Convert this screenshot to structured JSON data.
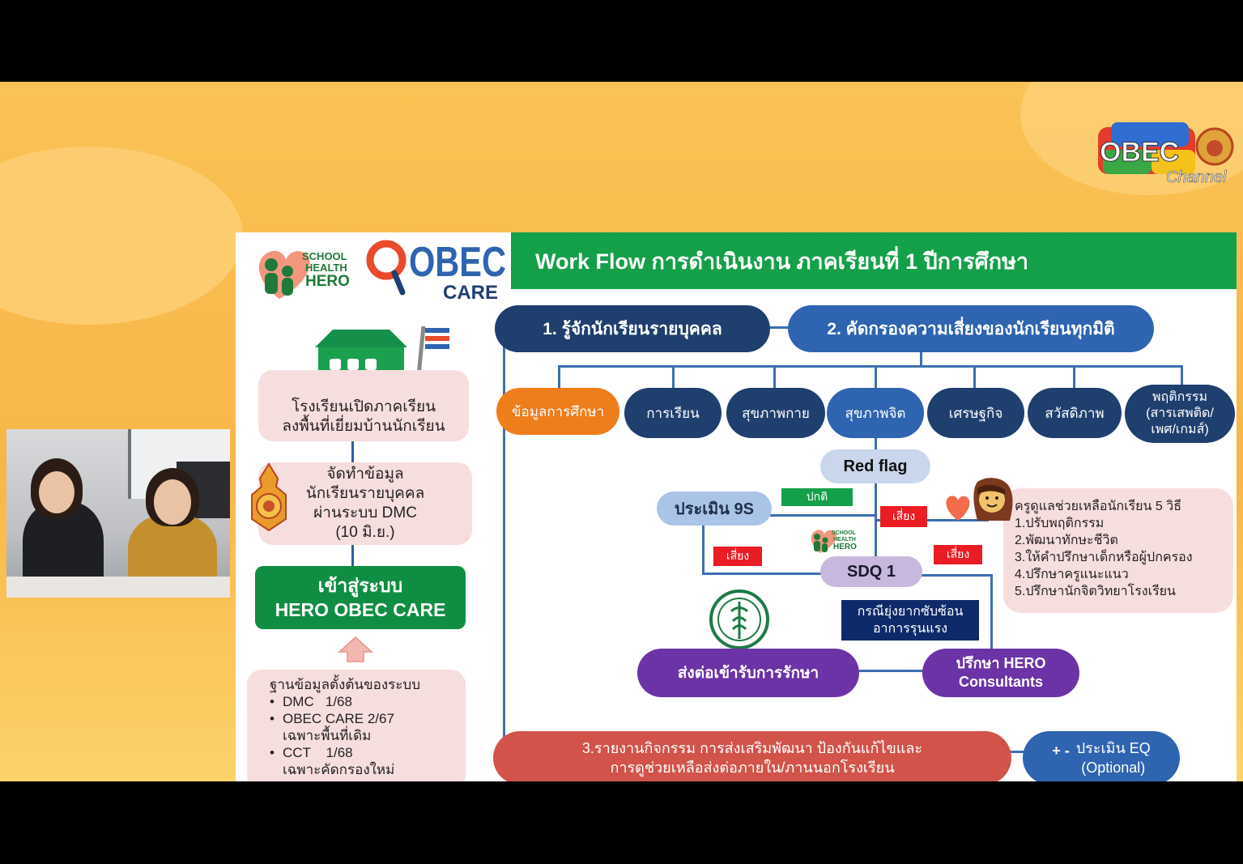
{
  "logos": {
    "school_health_hero": [
      "SCHOOL",
      "HEALTH",
      "HERO"
    ],
    "obec_care": {
      "main": "OBEC",
      "sub": "CARE"
    },
    "obec_channel": {
      "main": "OBEC",
      "sub": "Channel"
    }
  },
  "title": "Work Flow การดำเนินงาน ภาคเรียนที่ 1 ปีการศึกษา",
  "left_panel": {
    "school_open": [
      "โรงเรียนเปิดภาคเรียน",
      "ลงพื้นที่เยี่ยมบ้านนักเรียน"
    ],
    "dmc": [
      "จัดทำข้อมูล",
      "นักเรียนรายบุคคล",
      "ผ่านระบบ DMC",
      "(10 มิ.ย.)"
    ],
    "hero_system": [
      "เข้าสู่ระบบ",
      "HERO OBEC CARE"
    ],
    "base_data": {
      "heading": "ฐานข้อมูลตั้งต้นของระบบ",
      "items": [
        {
          "main": "DMC   1/68",
          "sub": ""
        },
        {
          "main": "OBEC CARE 2/67",
          "sub": "เฉพาะพื้นที่เดิม"
        },
        {
          "main": "CCT    1/68",
          "sub": "เฉพาะคัดกรองใหม่"
        }
      ]
    }
  },
  "steps": {
    "step1": "1. รู้จักนักเรียนรายบุคคล",
    "step2": "2. คัดกรองความเสี่ยงของนักเรียนทุกมิติ",
    "step3": [
      "3.รายงานกิจกรรม การส่งเสริมพัฒนา ป้องกันแก้ไขและ",
      "การดูช่วยเหลือส่งต่อภายใน/ภานนอกโรงเรียน"
    ]
  },
  "dimensions": [
    {
      "label": [
        "ข้อมูลการศึกษา"
      ],
      "color": "#ee7d1b"
    },
    {
      "label": [
        "การเรียน"
      ],
      "color": "#1f3f6e"
    },
    {
      "label": [
        "สุขภาพกาย"
      ],
      "color": "#1f3f6e"
    },
    {
      "label": [
        "สุขภาพจิต"
      ],
      "color": "#2e64b0"
    },
    {
      "label": [
        "เศรษฐกิจ"
      ],
      "color": "#1f3f6e"
    },
    {
      "label": [
        "สวัสดิภาพ"
      ],
      "color": "#1f3f6e"
    },
    {
      "label": [
        "พฤติกรรม",
        "(สารเสพติด/",
        "เพศ/เกมส์)"
      ],
      "color": "#1f3f6e"
    }
  ],
  "flow": {
    "red_flag": "Red flag",
    "assess_9s": "ประเมิน 9S",
    "normal": "ปกติ",
    "risk": "เสี่ยง",
    "sdq": "SDQ 1",
    "complex_case": [
      "กรณียุ่งยากซับซ้อน",
      "อาการรุนแรง"
    ],
    "refer": "ส่งต่อเข้ารับการรักษา",
    "consult": [
      "ปรึกษา HERO",
      "Consultants"
    ],
    "eq": [
      "ประเมิน EQ",
      "(Optional)"
    ],
    "eq_marks": "+ -"
  },
  "care_methods": {
    "heading": "ครูดูแลช่วยเหลือนักเรียน 5 วิธี",
    "items": [
      "1.ปรับพฤติกรรม",
      "2.พัฒนาทักษะชีวิต",
      "3.ให้คำปรึกษาเด็กหรือผู้ปกครอง",
      "4.ปรึกษาครูแนะแนว",
      "5.ปรึกษานักจิตวิทยาโรงเรียน"
    ]
  },
  "colors": {
    "title_bar": "#14a049",
    "navy": "#1f3f6e",
    "blue": "#2e64b0",
    "light_blue": "#a9c4e6",
    "lavender": "#c9b8de",
    "purple": "#6c33a6",
    "orange": "#ee7d1b",
    "green_box": "#0f8e43",
    "red_tag": "#ea1c24",
    "red_bar": "#d1534a",
    "pink_box": "#f7dede"
  }
}
